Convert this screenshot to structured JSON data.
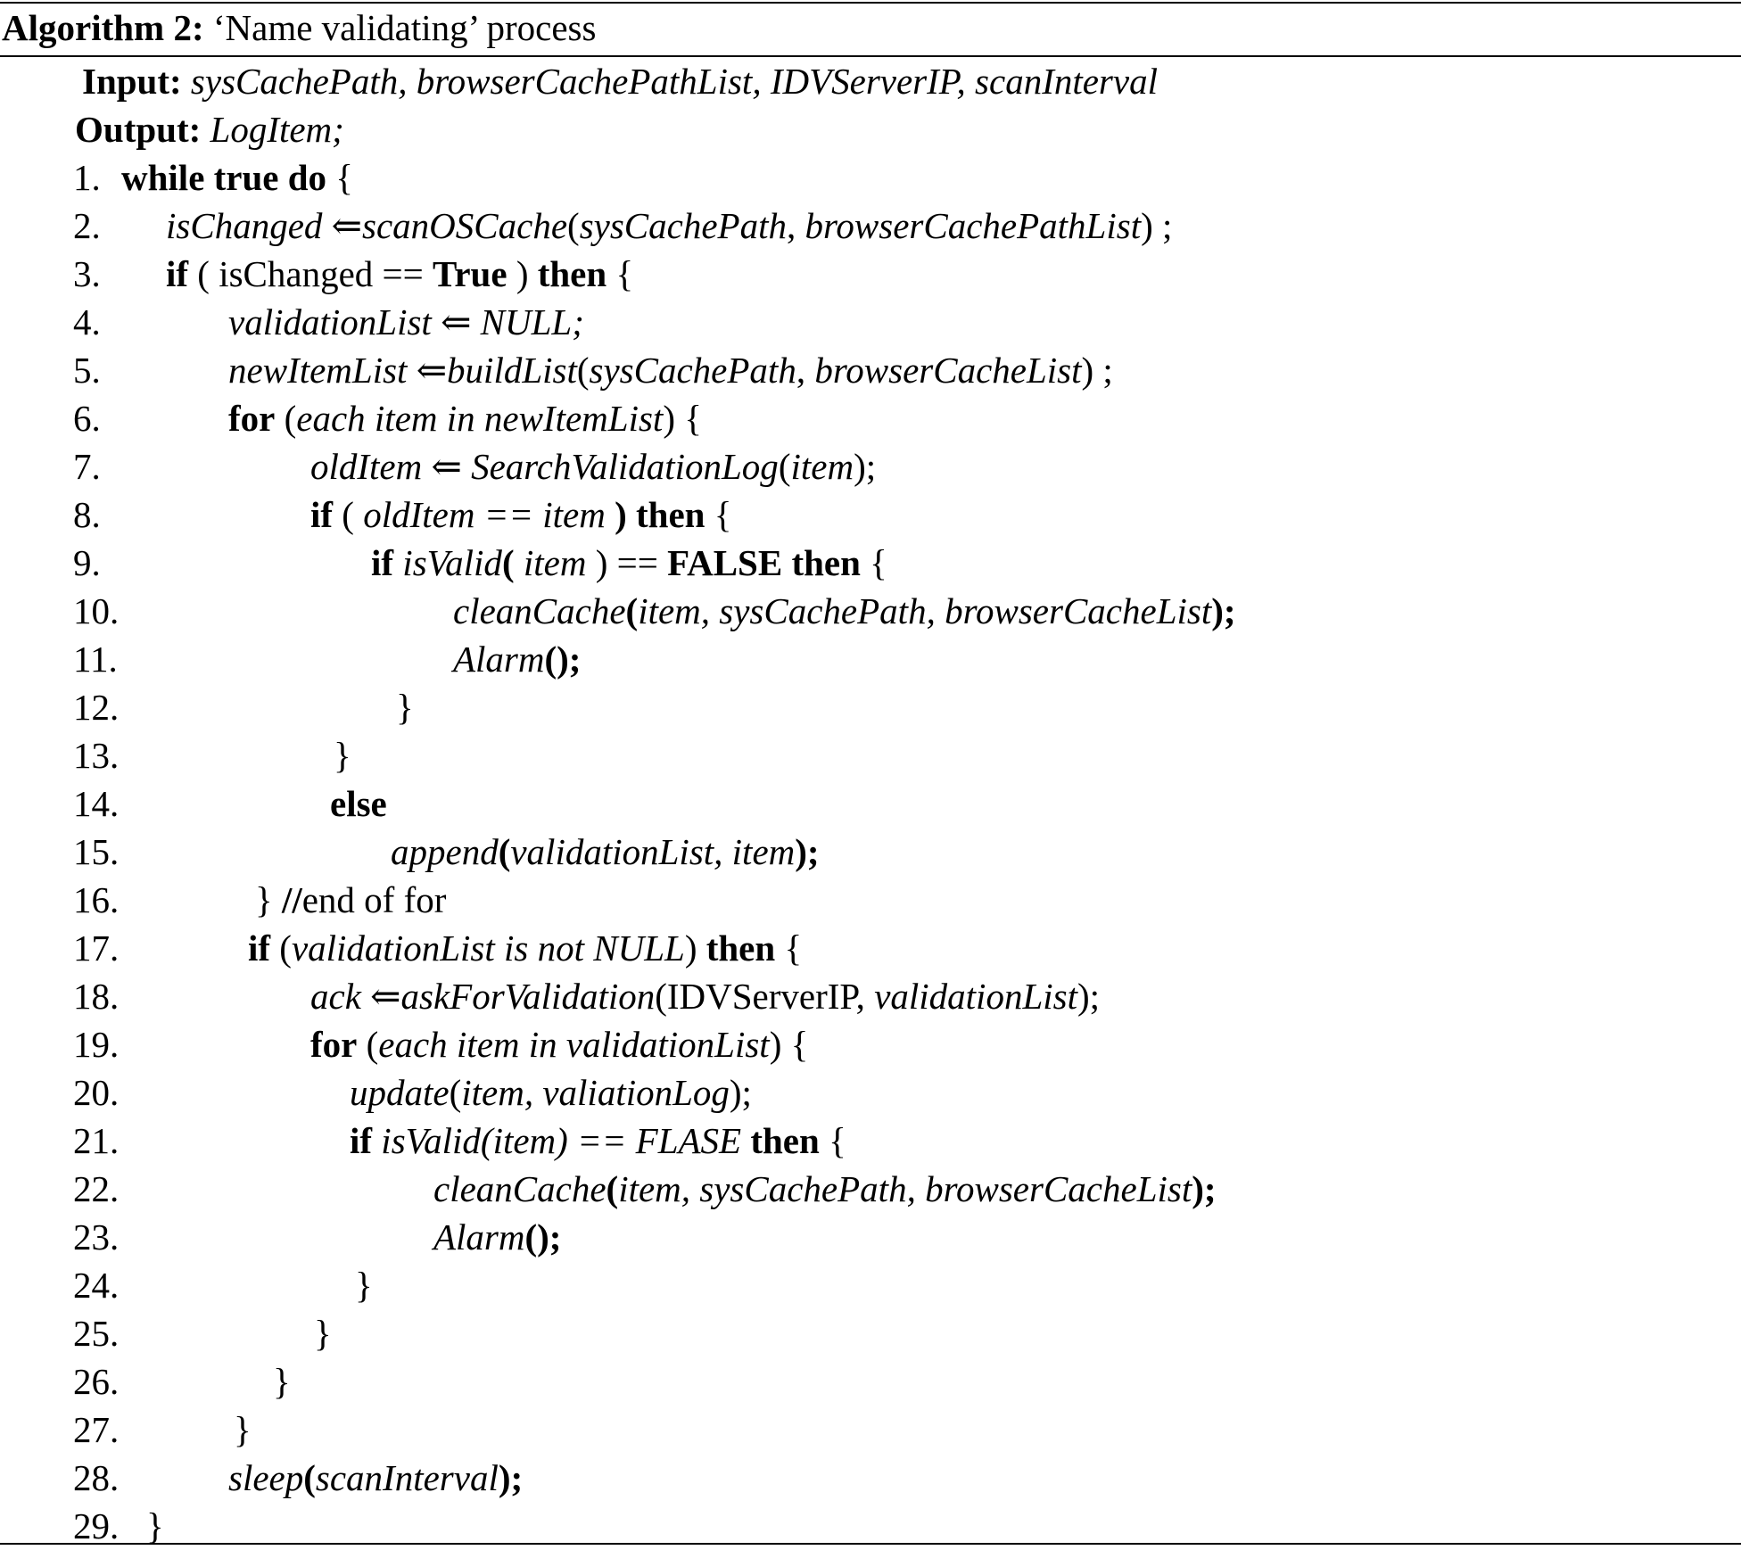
{
  "caption": {
    "label": "Algorithm 2:",
    "title": " ‘Name validating’ process"
  },
  "input": {
    "label": "Input:",
    "value": " sysCachePath, browserCachePathList, IDVServerIP, scanInterval"
  },
  "output": {
    "label": "Output:",
    "value": " LogItem;"
  },
  "lines": [
    {
      "num": "1.",
      "indent": 136,
      "segs": [
        {
          "t": "while true do",
          "s": "b"
        },
        {
          "t": " {",
          "s": "n"
        }
      ]
    },
    {
      "num": "2.",
      "indent": 186,
      "segs": [
        {
          "t": "isChanged",
          "s": "i"
        },
        {
          "t": " ⇐",
          "s": "n"
        },
        {
          "t": "scanOSCache",
          "s": "i"
        },
        {
          "t": "(",
          "s": "n"
        },
        {
          "t": "sysCachePath",
          "s": "i"
        },
        {
          "t": ", ",
          "s": "n"
        },
        {
          "t": "browserCachePathList",
          "s": "i"
        },
        {
          "t": ") ;",
          "s": "n"
        }
      ]
    },
    {
      "num": "3.",
      "indent": 186,
      "segs": [
        {
          "t": "if",
          "s": "b"
        },
        {
          "t": " ( isChanged == ",
          "s": "n"
        },
        {
          "t": "True",
          "s": "b"
        },
        {
          "t": " ) ",
          "s": "n"
        },
        {
          "t": "then",
          "s": "b"
        },
        {
          "t": " {",
          "s": "n"
        }
      ]
    },
    {
      "num": "4.",
      "indent": 256,
      "segs": [
        {
          "t": "validationList",
          "s": "i"
        },
        {
          "t": " ⇐ ",
          "s": "n"
        },
        {
          "t": "NULL;",
          "s": "i"
        }
      ]
    },
    {
      "num": "5.",
      "indent": 256,
      "segs": [
        {
          "t": "newItemList",
          "s": "i"
        },
        {
          "t": " ⇐",
          "s": "n"
        },
        {
          "t": "buildList",
          "s": "i"
        },
        {
          "t": "(",
          "s": "n"
        },
        {
          "t": "sysCachePath",
          "s": "i"
        },
        {
          "t": ", ",
          "s": "n"
        },
        {
          "t": "browserCacheList",
          "s": "i"
        },
        {
          "t": ") ;",
          "s": "n"
        }
      ]
    },
    {
      "num": "6.",
      "indent": 256,
      "segs": [
        {
          "t": "for",
          "s": "b"
        },
        {
          "t": " (",
          "s": "n"
        },
        {
          "t": "each item in newItemList",
          "s": "i"
        },
        {
          "t": ") {",
          "s": "n"
        }
      ]
    },
    {
      "num": "7.",
      "indent": 348,
      "segs": [
        {
          "t": "oldItem",
          "s": "i"
        },
        {
          "t": " ⇐ ",
          "s": "n"
        },
        {
          "t": "SearchValidationLog",
          "s": "i"
        },
        {
          "t": "(",
          "s": "n"
        },
        {
          "t": "item",
          "s": "i"
        },
        {
          "t": ");",
          "s": "n"
        }
      ]
    },
    {
      "num": "8.",
      "indent": 348,
      "segs": [
        {
          "t": "if",
          "s": "b"
        },
        {
          "t": " ( ",
          "s": "n"
        },
        {
          "t": "oldItem == item",
          "s": "i"
        },
        {
          "t": " ) then",
          "s": "b"
        },
        {
          "t": " {",
          "s": "n"
        }
      ]
    },
    {
      "num": "9.",
      "indent": 416,
      "segs": [
        {
          "t": "if",
          "s": "b"
        },
        {
          "t": " ",
          "s": "n"
        },
        {
          "t": "isValid",
          "s": "i"
        },
        {
          "t": "(",
          "s": "b"
        },
        {
          "t": " item",
          "s": "i"
        },
        {
          "t": " ) == ",
          "s": "n"
        },
        {
          "t": "FALSE then",
          "s": "b"
        },
        {
          "t": " {",
          "s": "n"
        }
      ]
    },
    {
      "num": "10.",
      "indent": 508,
      "segs": [
        {
          "t": "cleanCache",
          "s": "i"
        },
        {
          "t": "(",
          "s": "b"
        },
        {
          "t": "item, sysCachePath, browserCacheList",
          "s": "i"
        },
        {
          "t": ");",
          "s": "b"
        }
      ]
    },
    {
      "num": "11.",
      "indent": 508,
      "segs": [
        {
          "t": "Alarm",
          "s": "i"
        },
        {
          "t": "();",
          "s": "b"
        }
      ]
    },
    {
      "num": "12.",
      "indent": 444,
      "segs": [
        {
          "t": "}",
          "s": "n"
        }
      ]
    },
    {
      "num": "13.",
      "indent": 374,
      "segs": [
        {
          "t": "}",
          "s": "n"
        }
      ]
    },
    {
      "num": "14.",
      "indent": 370,
      "segs": [
        {
          "t": "else",
          "s": "b"
        }
      ]
    },
    {
      "num": "15.",
      "indent": 438,
      "segs": [
        {
          "t": "append",
          "s": "i"
        },
        {
          "t": "(",
          "s": "b"
        },
        {
          "t": "validationList, item",
          "s": "i"
        },
        {
          "t": ");",
          "s": "b"
        }
      ]
    },
    {
      "num": "16.",
      "indent": 286,
      "segs": [
        {
          "t": "} ",
          "s": "n"
        },
        {
          "t": "//",
          "s": "b"
        },
        {
          "t": "end of for",
          "s": "n"
        }
      ]
    },
    {
      "num": "17.",
      "indent": 278,
      "segs": [
        {
          "t": "if",
          "s": "b"
        },
        {
          "t": " (",
          "s": "n"
        },
        {
          "t": "validationList is not NULL",
          "s": "i"
        },
        {
          "t": ") ",
          "s": "n"
        },
        {
          "t": "then",
          "s": "b"
        },
        {
          "t": " {",
          "s": "n"
        }
      ]
    },
    {
      "num": "18.",
      "indent": 348,
      "segs": [
        {
          "t": "ack",
          "s": "i"
        },
        {
          "t": " ⇐",
          "s": "n"
        },
        {
          "t": "askForValidation",
          "s": "i"
        },
        {
          "t": "(IDVServerIP, ",
          "s": "n"
        },
        {
          "t": "validationList",
          "s": "i"
        },
        {
          "t": ");",
          "s": "n"
        }
      ]
    },
    {
      "num": "19.",
      "indent": 348,
      "segs": [
        {
          "t": "for",
          "s": "b"
        },
        {
          "t": " (",
          "s": "n"
        },
        {
          "t": "each item in validationList",
          "s": "i"
        },
        {
          "t": ") {",
          "s": "n"
        }
      ]
    },
    {
      "num": "20.",
      "indent": 392,
      "segs": [
        {
          "t": "update",
          "s": "i"
        },
        {
          "t": "(",
          "s": "n"
        },
        {
          "t": "item, valiationLog",
          "s": "i"
        },
        {
          "t": ");",
          "s": "n"
        }
      ]
    },
    {
      "num": "21.",
      "indent": 392,
      "segs": [
        {
          "t": "if",
          "s": "b"
        },
        {
          "t": " ",
          "s": "n"
        },
        {
          "t": "isValid(item) == FLASE",
          "s": "i"
        },
        {
          "t": " then",
          "s": "b"
        },
        {
          "t": " {",
          "s": "n"
        }
      ]
    },
    {
      "num": "22.",
      "indent": 486,
      "segs": [
        {
          "t": "cleanCache",
          "s": "i"
        },
        {
          "t": "(",
          "s": "b"
        },
        {
          "t": "item, sysCachePath, browserCacheList",
          "s": "i"
        },
        {
          "t": ");",
          "s": "b"
        }
      ]
    },
    {
      "num": "23.",
      "indent": 486,
      "segs": [
        {
          "t": "Alarm",
          "s": "i"
        },
        {
          "t": "();",
          "s": "b"
        }
      ]
    },
    {
      "num": "24.",
      "indent": 398,
      "segs": [
        {
          "t": "}",
          "s": "n"
        }
      ]
    },
    {
      "num": "25.",
      "indent": 352,
      "segs": [
        {
          "t": "}",
          "s": "n"
        }
      ]
    },
    {
      "num": "26.",
      "indent": 306,
      "segs": [
        {
          "t": "}",
          "s": "n"
        }
      ]
    },
    {
      "num": "27.",
      "indent": 262,
      "segs": [
        {
          "t": "}",
          "s": "n"
        }
      ]
    },
    {
      "num": "28.",
      "indent": 256,
      "segs": [
        {
          "t": "sleep",
          "s": "i"
        },
        {
          "t": "(",
          "s": "b"
        },
        {
          "t": "scanInterval",
          "s": "i"
        },
        {
          "t": ");",
          "s": "b"
        }
      ]
    },
    {
      "num": "29.",
      "indent": 164,
      "segs": [
        {
          "t": "}",
          "s": "n"
        }
      ]
    }
  ]
}
